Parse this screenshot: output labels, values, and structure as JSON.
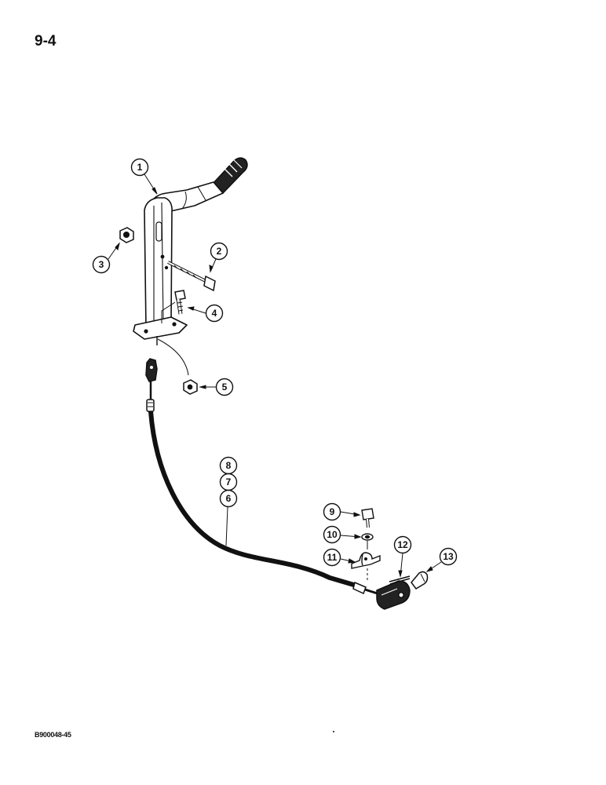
{
  "page": {
    "number": "9-4",
    "figure_code": "B900048-45"
  },
  "callouts": [
    "1",
    "2",
    "3",
    "4",
    "5",
    "6",
    "7",
    "8",
    "9",
    "10",
    "11",
    "12",
    "13"
  ],
  "colors": {
    "ink": "#111111",
    "paper": "#ffffff"
  }
}
